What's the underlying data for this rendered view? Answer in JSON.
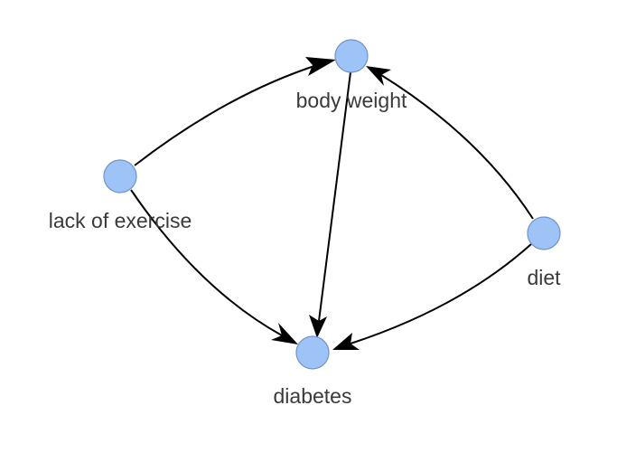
{
  "diagram": {
    "nodes": [
      {
        "id": "body_weight",
        "label": "body weight"
      },
      {
        "id": "lack_of_exercise",
        "label": "lack of exercise"
      },
      {
        "id": "diet",
        "label": "diet"
      },
      {
        "id": "diabetes",
        "label": "diabetes"
      }
    ],
    "edges": [
      {
        "from": "lack_of_exercise",
        "to": "body_weight"
      },
      {
        "from": "lack_of_exercise",
        "to": "diabetes"
      },
      {
        "from": "body_weight",
        "to": "diabetes"
      },
      {
        "from": "diet",
        "to": "body_weight"
      },
      {
        "from": "diet",
        "to": "diabetes"
      }
    ],
    "colors": {
      "node_fill": "#9dc3f7",
      "node_stroke": "#6f93c9",
      "edge": "#000000",
      "label": "#3a3a3a"
    }
  }
}
